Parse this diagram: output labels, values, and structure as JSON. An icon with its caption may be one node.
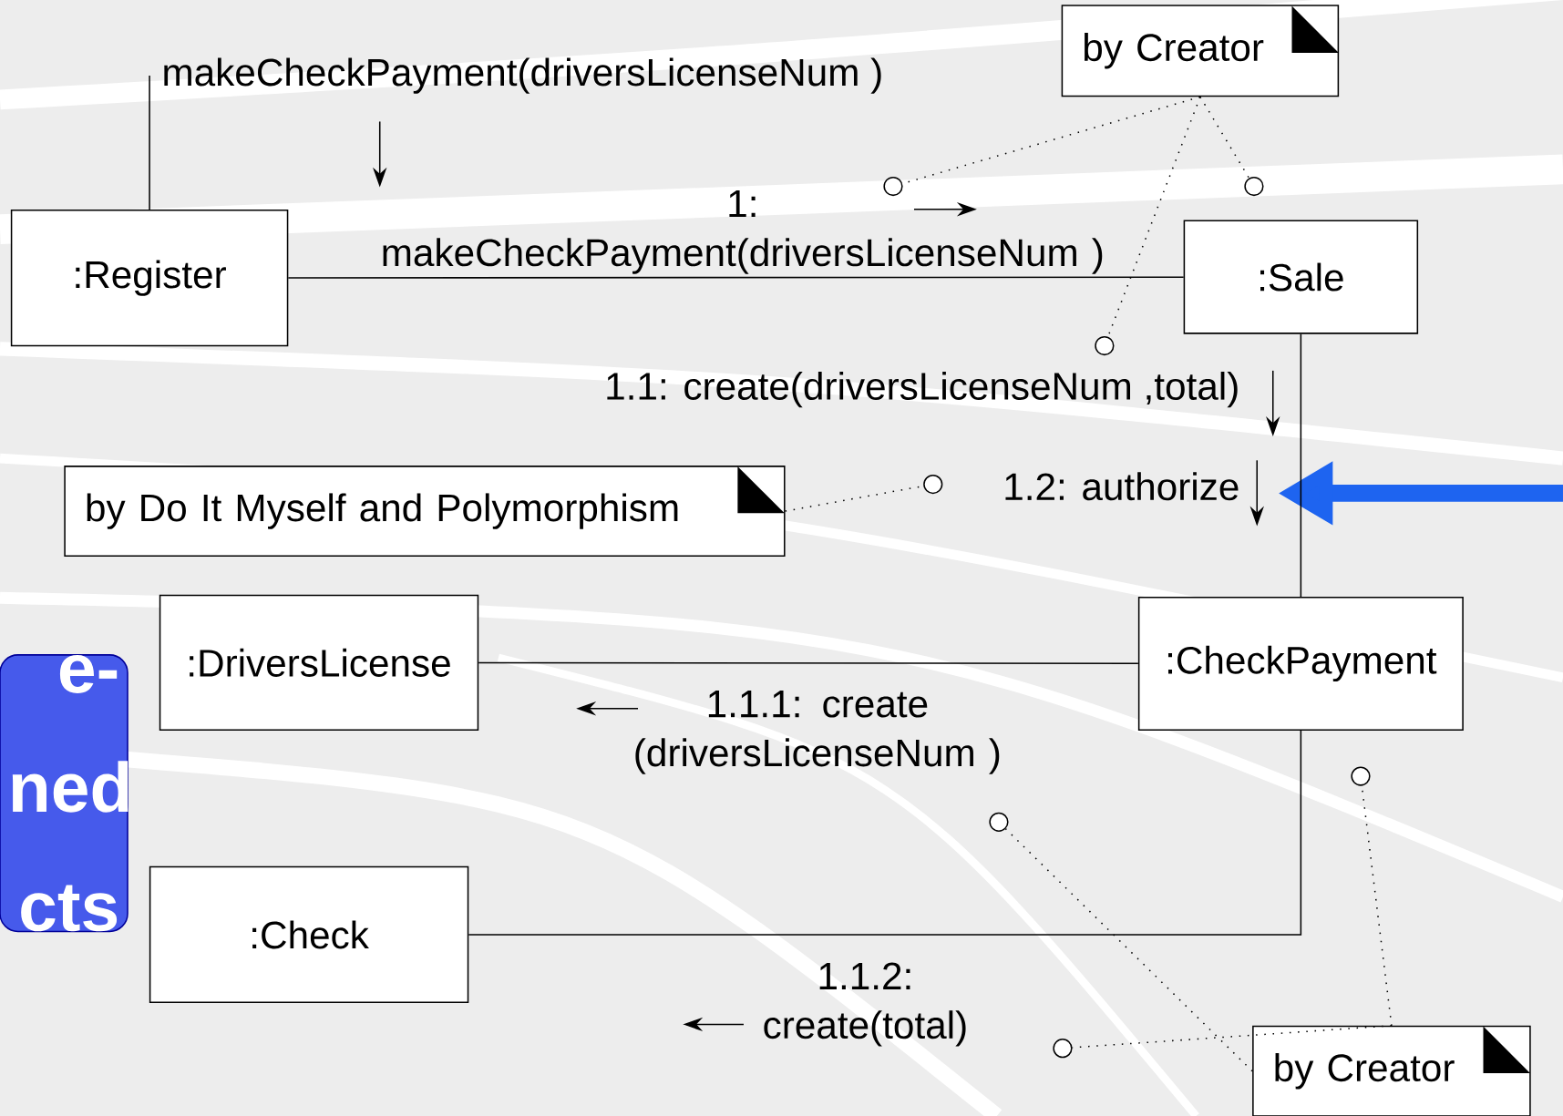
{
  "diagram": {
    "nodes": [
      {
        "text": [
          ":Register"
        ]
      },
      {
        "text": [
          ":Sale"
        ]
      },
      {
        "text": [
          ":CheckPayment"
        ]
      },
      {
        "text": [
          ":DriversLicense"
        ]
      },
      {
        "text": [
          ":Check"
        ]
      },
      {
        "text": [
          "by Creator"
        ]
      },
      {
        "text": [
          "by Do It Myself and Polymorphism"
        ]
      },
      {
        "text": [
          "by Creator"
        ]
      },
      {
        "text": [
          "e- ned cts"
        ]
      },
      {
        "text": [
          "makeCheckPayment(driversLicenseNum )"
        ]
      },
      {
        "text": [],
        "shape": "circle"
      },
      {
        "text": [],
        "shape": "circle"
      },
      {
        "text": [],
        "shape": "circle"
      },
      {
        "text": [],
        "shape": "circle"
      },
      {
        "text": [],
        "shape": "circle"
      },
      {
        "text": [],
        "shape": "circle"
      },
      {
        "text": [],
        "shape": "circle"
      }
    ],
    "edges": [
      {
        "from": 9,
        "to": 0,
        "arrow": "none"
      },
      {
        "from": 0,
        "to": 1,
        "arrow": "none",
        "label": "1: makeCheckPayment(driversLicenseNum )"
      },
      {
        "from": 1,
        "to": 2,
        "arrow": "none",
        "label": "1.1: create(driversLicenseNum ,total)"
      },
      {
        "from": 2,
        "to": 3,
        "arrow": "none",
        "label": "1.1.1: create (driversLicenseNum )"
      },
      {
        "from": 2,
        "to": 4,
        "arrow": "none",
        "label": "1.1.2: create(total)"
      },
      {
        "from": 5,
        "to": 10,
        "arrow": "none",
        "style": "dashed"
      },
      {
        "from": 5,
        "to": 11,
        "arrow": "none",
        "style": "dashed"
      },
      {
        "from": 5,
        "to": 12,
        "arrow": "none",
        "style": "dashed"
      },
      {
        "from": 6,
        "to": 13,
        "arrow": "none",
        "style": "dashed"
      },
      {
        "from": 7,
        "to": 14,
        "arrow": "none",
        "style": "dashed"
      },
      {
        "from": 7,
        "to": 15,
        "arrow": "none",
        "style": "dashed"
      },
      {
        "from": 7,
        "to": 16,
        "arrow": "none",
        "style": "dashed"
      }
    ],
    "labels": [
      "1.2: authorize"
    ]
  }
}
